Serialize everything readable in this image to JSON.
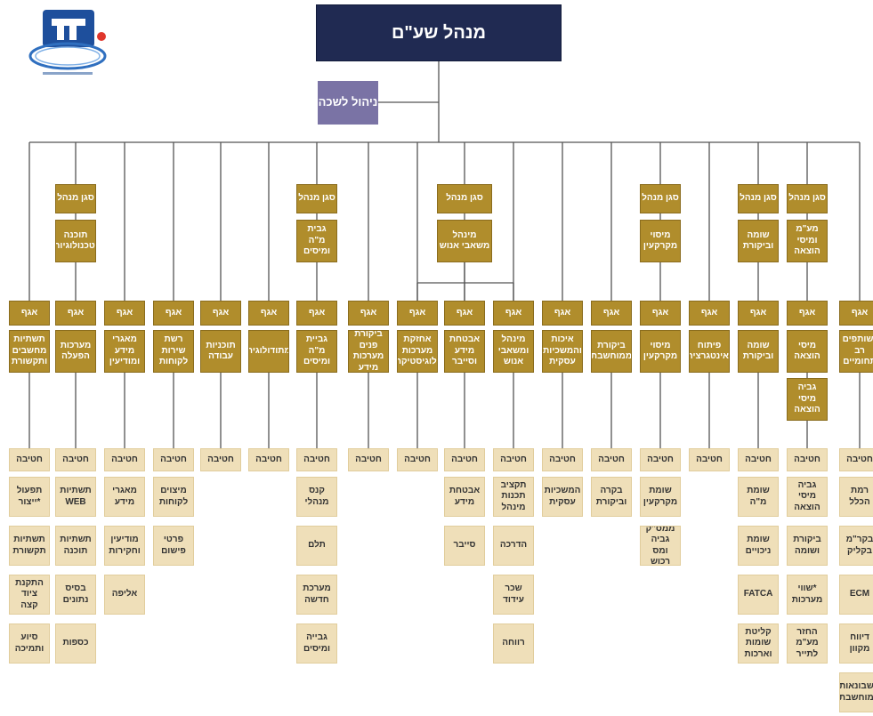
{
  "top": "מנהל שע\"ם",
  "office": "ניהול לשכה",
  "deputies": [
    {
      "label": "סגן מנהל",
      "title": "תוכנה\nוטכנולוגיות"
    },
    {
      "label": "סגן מנהל",
      "title": "גבית\nמ\"ה ומיסים"
    },
    {
      "label": "סגן מנהל",
      "title": "מינהל\nמשאבי אנוש"
    },
    {
      "label": "סגן מנהל",
      "title": "מיסוי\nמקרקעין"
    },
    {
      "label": "סגן מנהל",
      "title": "שומה\nוביקורת"
    },
    {
      "label": "סגן מנהל",
      "title": "מע\"מ ומיסי\nהוצאה"
    }
  ],
  "departments": [
    {
      "label": "אגף",
      "name": "תשתיות\nמחשבים\nותקשורת"
    },
    {
      "label": "אגף",
      "name": "מערכות\nהפעלה"
    },
    {
      "label": "אגף",
      "name": "מאגרי מידע\nומודיעין"
    },
    {
      "label": "אגף",
      "name": "רשת שירות\nלקוחות"
    },
    {
      "label": "אגף",
      "name": "תוכניות\nעבודה"
    },
    {
      "label": "אגף",
      "name": "מתודולוגיה"
    },
    {
      "label": "אגף",
      "name": "גביית מ\"ה\nומיסים"
    },
    {
      "label": "אגף",
      "name": "ביקורת\nפנים\nמערכות מידע"
    },
    {
      "label": "אגף",
      "name": "אחזקת\nמערכות\nולוגיסטיקה"
    },
    {
      "label": "אגף",
      "name": "אבטחת מידע\nוסייבר"
    },
    {
      "label": "אגף",
      "name": "מינהל\nומשאבי\nאנוש"
    },
    {
      "label": "אגף",
      "name": "איכות\nוהמשכיות\nעסקית"
    },
    {
      "label": "אגף",
      "name": "ביקורת\nממוחשבת"
    },
    {
      "label": "אגף",
      "name": "מיסוי\nמקרקעין"
    },
    {
      "label": "אגף",
      "name": "פיתוח\nואינטגרציה"
    },
    {
      "label": "אגף",
      "name": "שומה\nוביקורת"
    },
    {
      "label": "אגף",
      "name": "מיסי\nהוצאה"
    },
    {
      "label": "אגף",
      "name": "*שותפים\nרב\nתחומיים"
    }
  ],
  "extra_dept": "גביה\nמיסי\nהוצאה",
  "division_label": "חטיבה",
  "teams": [
    [
      "תפעול\n*ייצור",
      "תשתיות\nתקשורת",
      "התקנת\nציוד קצה",
      "סיוע\nותמיכה"
    ],
    [
      "תשתיות\nWEB",
      "תשתיות\nתוכנה",
      "בסיס\nנתונים",
      "כספות"
    ],
    [
      "מאגרי\nמידע",
      "מודיעין\nוחקירות",
      "אליפה"
    ],
    [
      "מיצוים\nלקוחות",
      "פרטי\nפישום"
    ],
    [],
    [],
    [
      "קנס\nמנהלי",
      "תלם",
      "מערכת\nחדשה",
      "גבייה\nומיסים"
    ],
    [],
    [],
    [
      "אבטחת\nמידע",
      "סייבר"
    ],
    [
      "תקציב\nתכנות\nמינהל",
      "הדרכה",
      "שכר\nעידוד",
      "רווחה"
    ],
    [
      "המשכיות\nעסקית"
    ],
    [
      "בקרה\nוביקורת"
    ],
    [
      "שומת\nמקרקעין",
      "ממס\"ק גביה\nומס רכוש"
    ],
    [],
    [
      "שומת מ\"ה",
      "שומת\nניכויים",
      "FATCA",
      "קליטת\nשומות\nוארכות"
    ],
    [
      "גביה מיסי\nהוצאה",
      "ביקורת\nושומה",
      "*שווי\nמערכות",
      "החזר מע\"מ\nלתייר"
    ],
    [
      "רמת\nהכלל",
      "בקר\"מ\nבקליק",
      "ECM",
      "דיווח\nמקוון",
      "חשבונאות\nממוחשבת"
    ]
  ]
}
